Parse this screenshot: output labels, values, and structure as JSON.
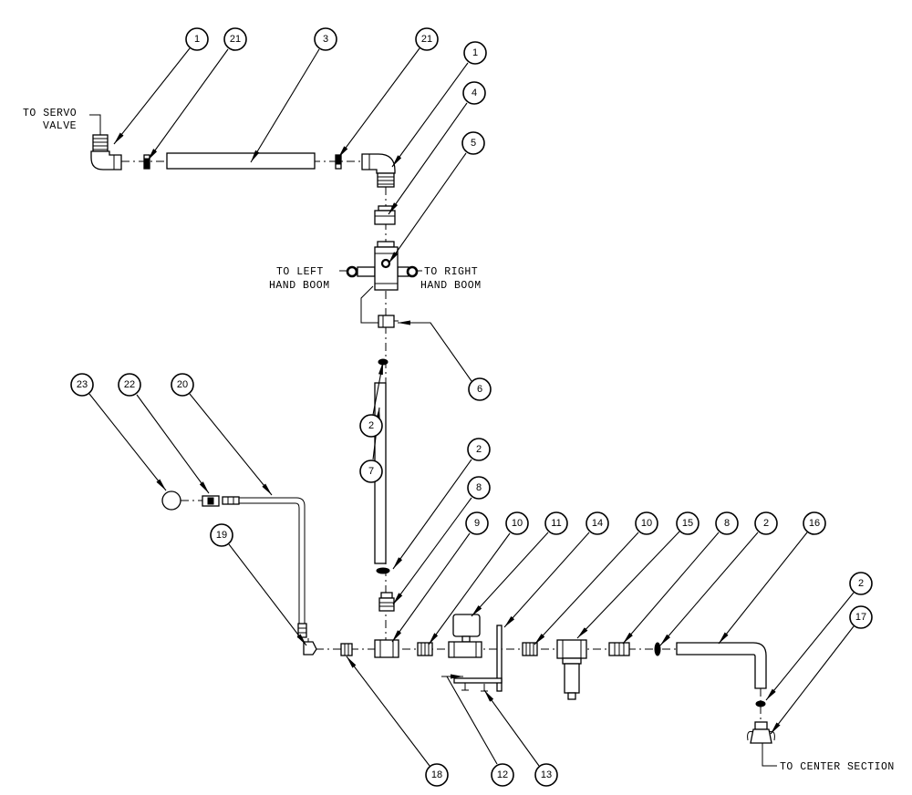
{
  "labels": {
    "servo_line1": "TO SERVO",
    "servo_line2": "VALVE",
    "left_line1": "TO LEFT",
    "left_line2": "HAND BOOM",
    "right_line1": "TO RIGHT",
    "right_line2": "HAND BOOM",
    "center": "TO CENTER SECTION"
  },
  "callouts": [
    "1",
    "21",
    "3",
    "21",
    "1",
    "4",
    "5",
    "6",
    "2",
    "7",
    "2",
    "8",
    "23",
    "22",
    "20",
    "19",
    "9",
    "10",
    "11",
    "14",
    "10",
    "15",
    "8",
    "2",
    "16",
    "2",
    "17",
    "18",
    "12",
    "13"
  ],
  "colors": {
    "line": "#000000",
    "background": "#ffffff"
  }
}
